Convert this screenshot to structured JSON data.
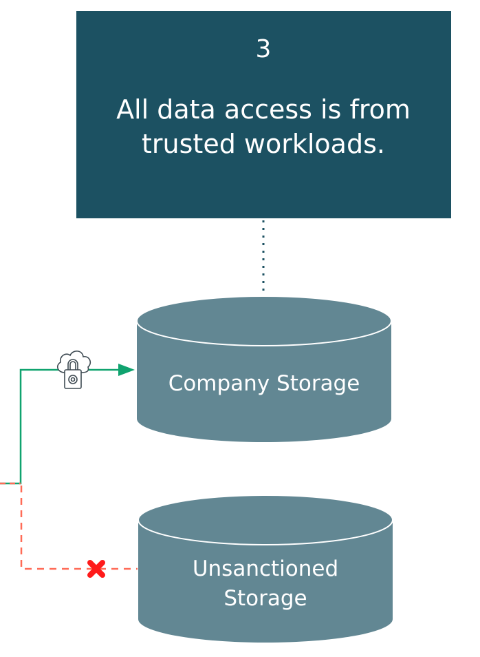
{
  "principle_box": {
    "number": "3",
    "line1": "All data access is from",
    "line2": "trusted workloads.",
    "color": "#1C5162"
  },
  "storages": [
    {
      "label_lines": [
        "Company Storage"
      ],
      "status": "allowed"
    },
    {
      "label_lines": [
        "Unsanctioned",
        "Storage"
      ],
      "status": "blocked"
    }
  ],
  "colors": {
    "cylinder": "#628793",
    "allowed_line": "#10A36F",
    "blocked_line": "#FF6B57",
    "blocked_mark": "#FF1A1A",
    "connector_dots": "#1C5162",
    "icon_stroke": "#3E4A52"
  },
  "icons": {
    "secure_connection": "cloud-lock-icon",
    "blocked": "x-mark-icon"
  }
}
